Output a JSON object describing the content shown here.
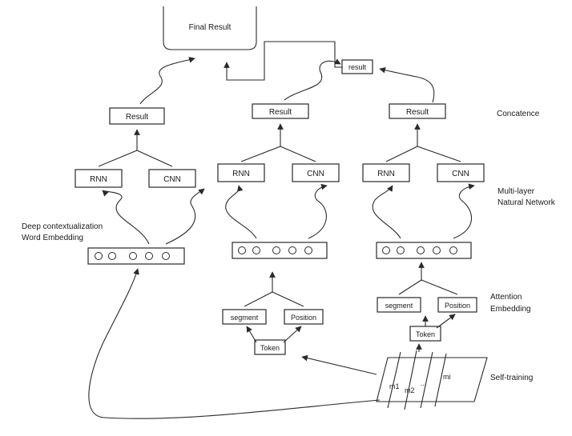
{
  "final_result": "Final Result",
  "result_top": "result",
  "columns": [
    {
      "result": "Result",
      "rnn": "RNN",
      "cnn": "CNN"
    },
    {
      "result": "Result",
      "rnn": "RNN",
      "cnn": "CNN",
      "segment": "segment",
      "position": "Position",
      "token": "Token"
    },
    {
      "result": "Result",
      "rnn": "RNN",
      "cnn": "CNN",
      "segment": "segment",
      "position": "Position",
      "token": "Token"
    }
  ],
  "side_labels": {
    "concatence": "Concatence",
    "multilayer_1": "Multi-layer",
    "multilayer_2": "Natural Network",
    "attention_1": "Attention",
    "attention_2": "Embedding",
    "self_training": "Self-training",
    "deep_1": "Deep contextualization",
    "deep_2": "Word Embedding"
  },
  "self_training_box": {
    "m1": "m1",
    "m2": "m2",
    "dots": "...",
    "mi": "mi"
  }
}
